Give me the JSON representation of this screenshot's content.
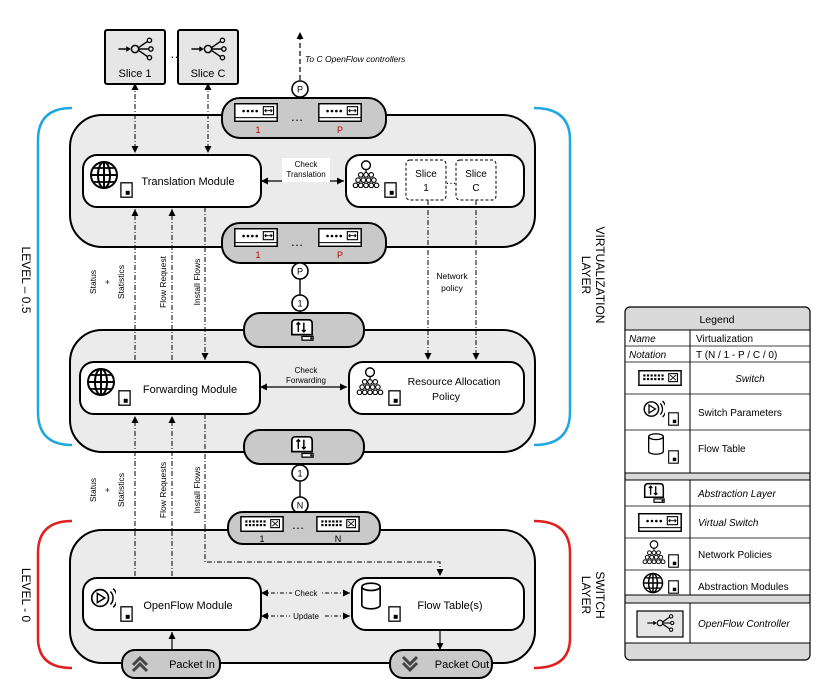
{
  "controllers": {
    "slice1": "Slice 1",
    "sliceC": "Slice C",
    "ellipsis": "…",
    "to_controllers": "To C OpenFlow controllers",
    "port_label": "P"
  },
  "virtualization": {
    "top_switch_labels": [
      "1",
      "P"
    ],
    "translation_module": "Translation Module",
    "check_translation": [
      "Check",
      "Translation"
    ],
    "slice_box": {
      "slice1": [
        "Slice",
        "1"
      ],
      "sliceC": [
        "Slice",
        "C"
      ]
    },
    "mid_switch_labels": [
      "1",
      "P"
    ],
    "port_p": "P",
    "port_one": "1",
    "network_policy": [
      "Network",
      "policy"
    ],
    "forwarding_module": "Forwarding Module",
    "check_forwarding": [
      "Check",
      "Forwarding"
    ],
    "resource_allocation": [
      "Resource Allocation",
      "Policy"
    ],
    "upper_flows": {
      "status": [
        "Status",
        "+",
        "Statistics"
      ],
      "flow_request": "Flow Request",
      "install_flows": "Install Flows"
    },
    "lower_flows": {
      "status": [
        "Status",
        "+",
        "Statistics"
      ],
      "flow_requests": "Flow Requests",
      "install_flows": "Install Flows"
    },
    "layer_label": [
      "VIRTUALIZATION",
      "LAYER"
    ],
    "level_label": "LEVEL – 0.5"
  },
  "switch_layer": {
    "port_one": "1",
    "port_n": "N",
    "switch_labels": [
      "1",
      "N"
    ],
    "openflow_module": "OpenFlow Module",
    "flow_tables": "Flow Table(s)",
    "check": "Check",
    "update": "Update",
    "packet_in": "Packet In",
    "packet_out": "Packet Out",
    "layer_label": [
      "SWITCH",
      "LAYER"
    ],
    "level_label": "LEVEL - 0"
  },
  "legend": {
    "title": "Legend",
    "name_key": "Name",
    "name_value": "Virtualization",
    "notation_key": "Notation",
    "notation_value": "T (N / 1 - P / C / 0)",
    "rows": [
      {
        "icon": "switch-icon",
        "label": "Switch",
        "italic": true
      },
      {
        "icon": "switch-parameters-icon",
        "label": "Switch Parameters",
        "italic": false
      },
      {
        "icon": "flow-table-icon",
        "label": "Flow Table",
        "italic": false
      },
      {
        "icon": "abstraction-layer-icon",
        "label": "Abstraction Layer",
        "italic": true
      },
      {
        "icon": "virtual-switch-icon",
        "label": "Virtual Switch",
        "italic": true
      },
      {
        "icon": "network-policies-icon",
        "label": "Network Policies",
        "italic": false
      },
      {
        "icon": "abstraction-modules-icon",
        "label": "Abstraction Modules",
        "italic": false
      },
      {
        "icon": "openflow-controller-icon",
        "label": "OpenFlow Controller",
        "italic": true
      }
    ]
  },
  "colors": {
    "layer_fill": "#ebebeb",
    "bar_fill": "#c9c9c9",
    "legend_header": "#d9d9d9",
    "bracket_blue": "#1ea7e1",
    "bracket_red": "#e02020",
    "switch_label": "#c00000"
  }
}
